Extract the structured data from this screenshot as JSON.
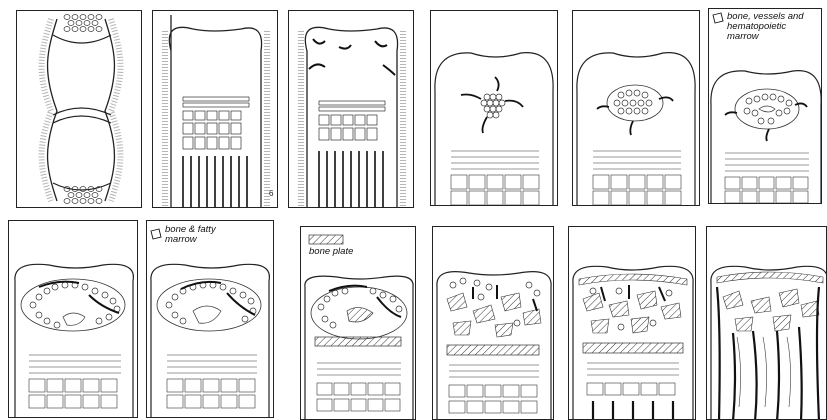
{
  "figure": {
    "legend_marrow": "bone, vessels and hematopoietic marrow",
    "legend_fatty": "bone & fatty marrow",
    "legend_plate": "bone plate",
    "panel_number": "6"
  }
}
